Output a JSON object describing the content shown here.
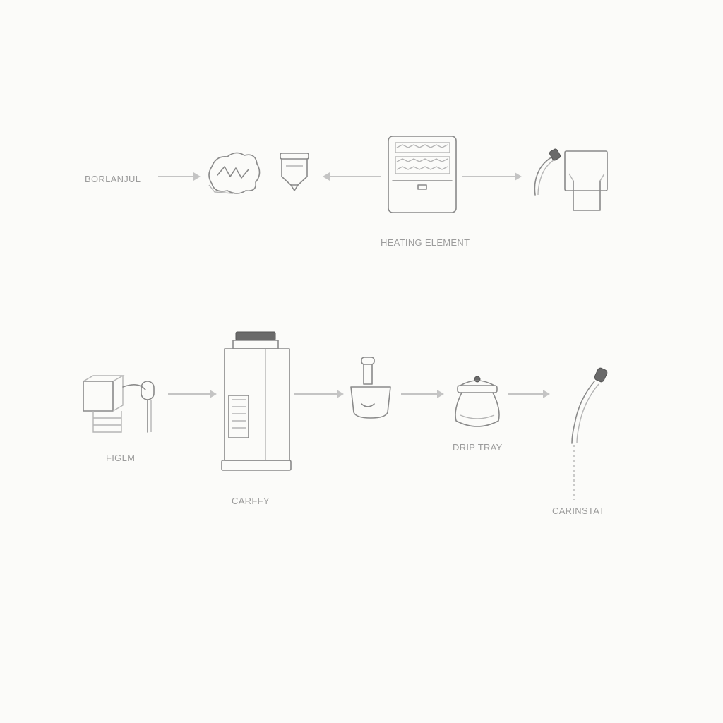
{
  "labels": {
    "start": "BORLANJUL",
    "heating_element": "HEATING ELEMENT",
    "filter": "FIGLM",
    "carafe": "CARFFY",
    "drip_tray": "DRIP TRAY",
    "carafe_stat": "CARINSTAT"
  },
  "colors": {
    "background": "#fbfbf9",
    "stroke": "#8a8a8a",
    "arrow": "#c4c4c4",
    "label": "#9c9c9c"
  }
}
